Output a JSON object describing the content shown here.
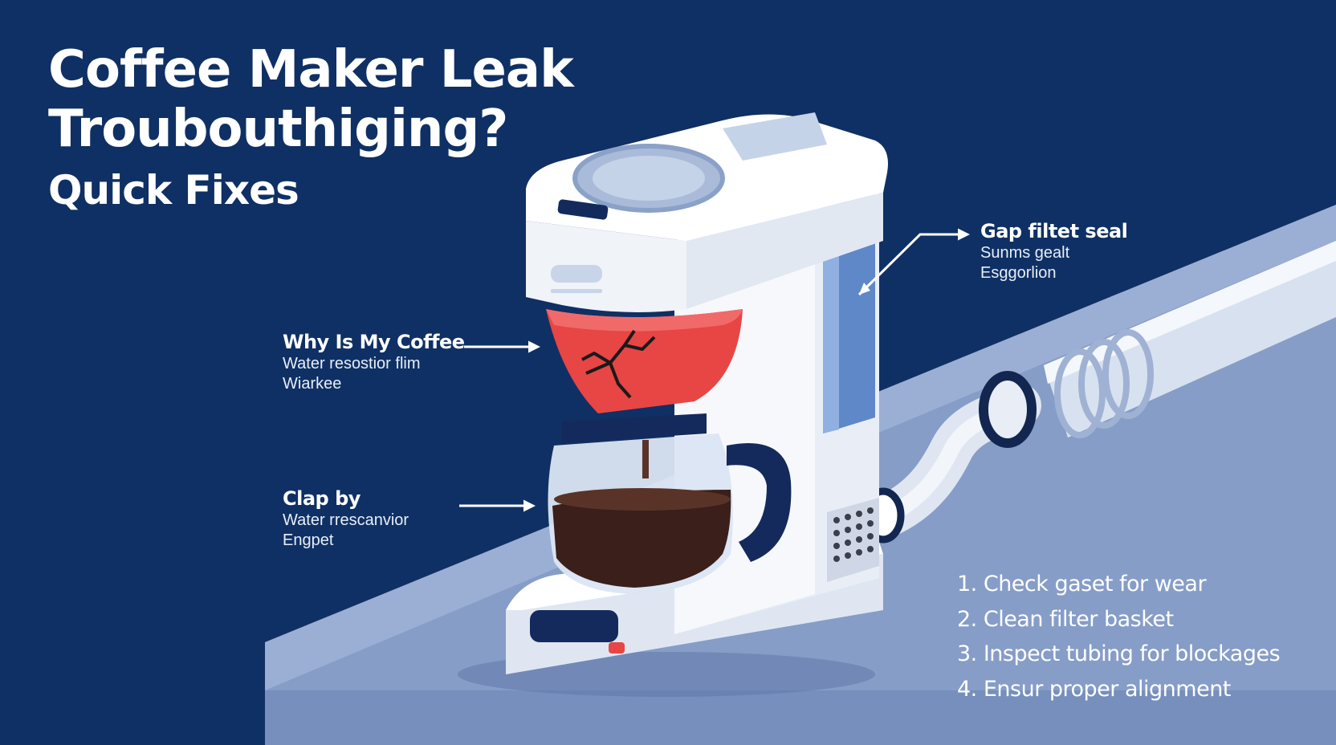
{
  "title": {
    "line1": "Coffee Maker Leak",
    "line2": "Troubouthiging?",
    "line3": "Quick Fixes"
  },
  "callouts": {
    "filter_seal": {
      "heading": "Gap filtet seal",
      "line1": "Sunms gealt",
      "line2": "Esggorlion"
    },
    "basket_crack": {
      "heading": "Why Is My Coffee",
      "line1": "Water resostior flim",
      "line2": "Wiarkee"
    },
    "carafe": {
      "heading": "Clap by",
      "line1": "Water rrescanvior",
      "line2": "Engpet"
    }
  },
  "steps": [
    "1. Check gaset for wear",
    "2. Clean filter basket",
    "3. Inspect tubing for blockages",
    "4. Ensur proper alignment"
  ],
  "colors": {
    "background": "#0f3064",
    "counter": "#8fa5cc",
    "body": "#f2f5fa",
    "reservoir": "#5f88c8",
    "basket": "#e84545",
    "coffee": "#3a1f1a",
    "trim": "#142a5c"
  }
}
